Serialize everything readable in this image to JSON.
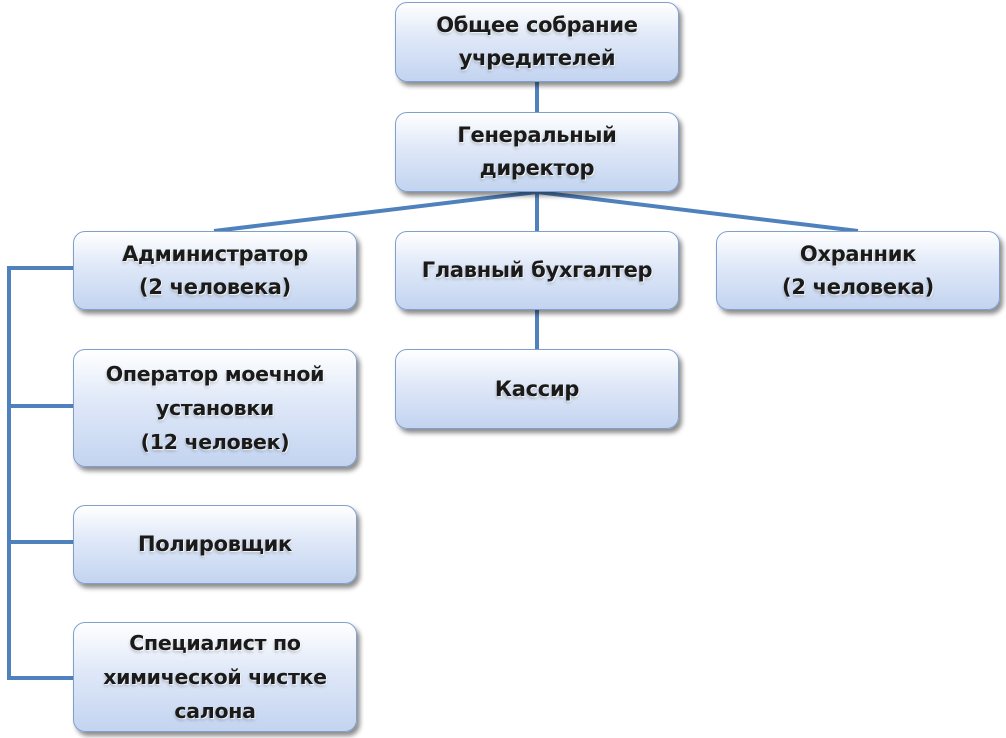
{
  "diagram": {
    "nodes": [
      {
        "id": "founders",
        "label": "Общее собрание\nучредителей"
      },
      {
        "id": "gen-director",
        "label": "Генеральный\nдиректор"
      },
      {
        "id": "administrator",
        "label": "Администратор\n(2 человека)"
      },
      {
        "id": "chief-accountant",
        "label": "Главный бухгалтер"
      },
      {
        "id": "guard",
        "label": "Охранник\n(2 человека)"
      },
      {
        "id": "cashier",
        "label": "Кассир"
      },
      {
        "id": "wash-operator",
        "label": "Оператор моечной\nустановки\n(12 человек)"
      },
      {
        "id": "polisher",
        "label": "Полировщик"
      },
      {
        "id": "dry-cleaning-specialist",
        "label": "Специалист по\nхимической чистке\nсалона"
      }
    ],
    "edges": [
      {
        "from": "founders",
        "to": "gen-director"
      },
      {
        "from": "gen-director",
        "to": "administrator"
      },
      {
        "from": "gen-director",
        "to": "chief-accountant"
      },
      {
        "from": "gen-director",
        "to": "guard"
      },
      {
        "from": "chief-accountant",
        "to": "cashier"
      },
      {
        "from": "administrator",
        "to": "wash-operator"
      },
      {
        "from": "administrator",
        "to": "polisher"
      },
      {
        "from": "administrator",
        "to": "dry-cleaning-specialist"
      }
    ],
    "colors": {
      "connector": "#4f81bd",
      "box_border": "#7f9fcf",
      "box_fill_top": "#ffffff",
      "box_fill_bottom": "#c3d4f0",
      "text": "#1a1a1a"
    }
  }
}
